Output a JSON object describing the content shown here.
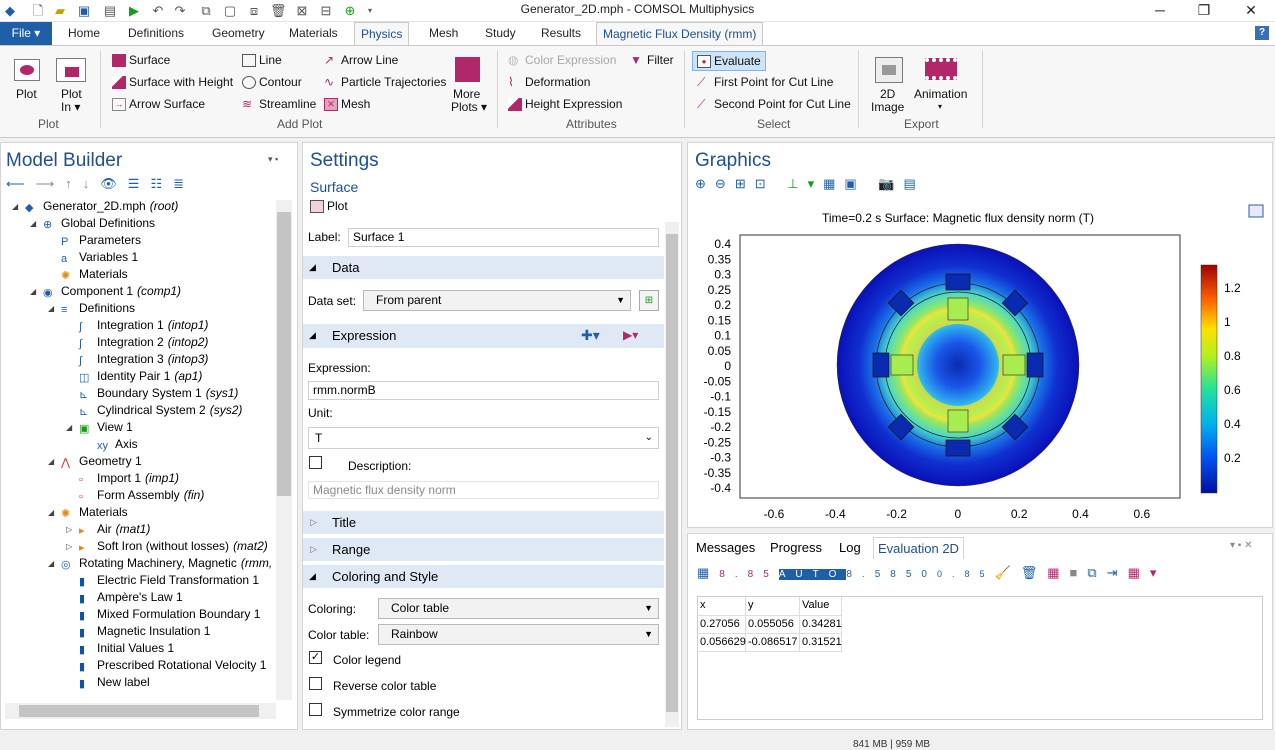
{
  "window": {
    "title": "Generator_2D.mph - COMSOL Multiphysics"
  },
  "menu": {
    "file": "File ▾",
    "tabs": [
      "Home",
      "Definitions",
      "Geometry",
      "Materials",
      "Physics",
      "Mesh",
      "Study",
      "Results",
      "Magnetic Flux Density (rmm)"
    ]
  },
  "ribbon": {
    "plot": {
      "plot": "Plot",
      "plot_in_1": "Plot",
      "plot_in_2": "In ▾",
      "group": "Plot"
    },
    "add_plot": {
      "surface": "Surface",
      "surface_height": "Surface with Height",
      "arrow_surface": "Arrow Surface",
      "line": "Line",
      "contour": "Contour",
      "streamline": "Streamline",
      "arrow_line": "Arrow Line",
      "particle": "Particle Trajectories",
      "mesh": "Mesh",
      "more_1": "More",
      "more_2": "Plots ▾",
      "group": "Add Plot"
    },
    "attributes": {
      "color_expression": "Color Expression",
      "filter": "Filter",
      "deformation": "Deformation",
      "height_expression": "Height Expression",
      "group": "Attributes"
    },
    "select": {
      "evaluate": "Evaluate",
      "first_point": "First Point for Cut Line",
      "second_point": "Second Point for Cut Line",
      "group": "Select"
    },
    "export": {
      "image_1": "2D",
      "image_2": "Image",
      "animation": "Animation",
      "group": "Export"
    }
  },
  "model_builder": {
    "title": "Model Builder",
    "tree": [
      {
        "label": "Generator_2D.mph",
        "tag": "(root)"
      },
      {
        "label": "Global Definitions",
        "tag": ""
      },
      {
        "label": "Parameters",
        "tag": ""
      },
      {
        "label": "Variables 1",
        "tag": ""
      },
      {
        "label": "Materials",
        "tag": ""
      },
      {
        "label": "Component 1",
        "tag": "(comp1)"
      },
      {
        "label": "Definitions",
        "tag": ""
      },
      {
        "label": "Integration 1",
        "tag": "(intop1)"
      },
      {
        "label": "Integration 2",
        "tag": "(intop2)"
      },
      {
        "label": "Integration 3",
        "tag": "(intop3)"
      },
      {
        "label": "Identity Pair 1",
        "tag": "(ap1)"
      },
      {
        "label": "Boundary System 1",
        "tag": "(sys1)"
      },
      {
        "label": "Cylindrical System 2",
        "tag": "(sys2)"
      },
      {
        "label": "View 1",
        "tag": ""
      },
      {
        "label": "Axis",
        "tag": ""
      },
      {
        "label": "Geometry 1",
        "tag": ""
      },
      {
        "label": "Import 1",
        "tag": "(imp1)"
      },
      {
        "label": "Form Assembly",
        "tag": "(fin)"
      },
      {
        "label": "Materials",
        "tag": ""
      },
      {
        "label": "Air",
        "tag": "(mat1)"
      },
      {
        "label": "Soft Iron (without losses)",
        "tag": "(mat2)"
      },
      {
        "label": "Rotating Machinery, Magnetic",
        "tag": "(rmm,"
      },
      {
        "label": "Electric Field Transformation 1",
        "tag": ""
      },
      {
        "label": "Ampère's Law 1",
        "tag": ""
      },
      {
        "label": "Mixed Formulation Boundary 1",
        "tag": ""
      },
      {
        "label": "Magnetic Insulation 1",
        "tag": ""
      },
      {
        "label": "Initial Values 1",
        "tag": ""
      },
      {
        "label": "Prescribed Rotational Velocity 1",
        "tag": ""
      },
      {
        "label": "New label",
        "tag": ""
      }
    ]
  },
  "settings": {
    "title": "Settings",
    "subtitle": "Surface",
    "plot_btn": "Plot",
    "label_label": "Label:",
    "label_value": "Surface 1",
    "data_section": "Data",
    "dataset_label": "Data set:",
    "dataset_value": "From parent",
    "expression_section": "Expression",
    "expression_label": "Expression:",
    "expression_value": "rmm.normB",
    "unit_label": "Unit:",
    "unit_value": "T",
    "description_label": "Description:",
    "description_value": "Magnetic flux density norm",
    "title_section": "Title",
    "range_section": "Range",
    "coloring_section": "Coloring and Style",
    "coloring_label": "Coloring:",
    "coloring_value": "Color table",
    "colortable_label": "Color table:",
    "colortable_value": "Rainbow",
    "color_legend": "Color legend",
    "reverse": "Reverse color table",
    "symmetrize": "Symmetrize color range"
  },
  "graphics": {
    "title": "Graphics",
    "plot_title": "Time=0.2 s   Surface: Magnetic flux density norm (T)",
    "yticks": [
      "0.4",
      "0.35",
      "0.3",
      "0.25",
      "0.2",
      "0.15",
      "0.1",
      "0.05",
      "0",
      "-0.05",
      "-0.1",
      "-0.15",
      "-0.2",
      "-0.25",
      "-0.3",
      "-0.35",
      "-0.4"
    ],
    "xticks": [
      "-0.6",
      "-0.4",
      "-0.2",
      "0",
      "0.2",
      "0.4",
      "0.6"
    ],
    "legend_ticks": [
      "1.2",
      "1",
      "0.8",
      "0.6",
      "0.4",
      "0.2"
    ]
  },
  "bottom": {
    "tabs": [
      "Messages",
      "Progress",
      "Log",
      "Evaluation 2D"
    ],
    "headers": [
      "x",
      "y",
      "Value"
    ],
    "rows": [
      [
        "0.27056",
        "0.055056",
        "0.34281"
      ],
      [
        "0.056629",
        "-0.086517",
        "0.31521"
      ]
    ],
    "status": "841 MB | 959 MB"
  },
  "colors": {
    "accent": "#1d4f91",
    "file": "#1f5fa8",
    "magenta": "#b0286a"
  }
}
